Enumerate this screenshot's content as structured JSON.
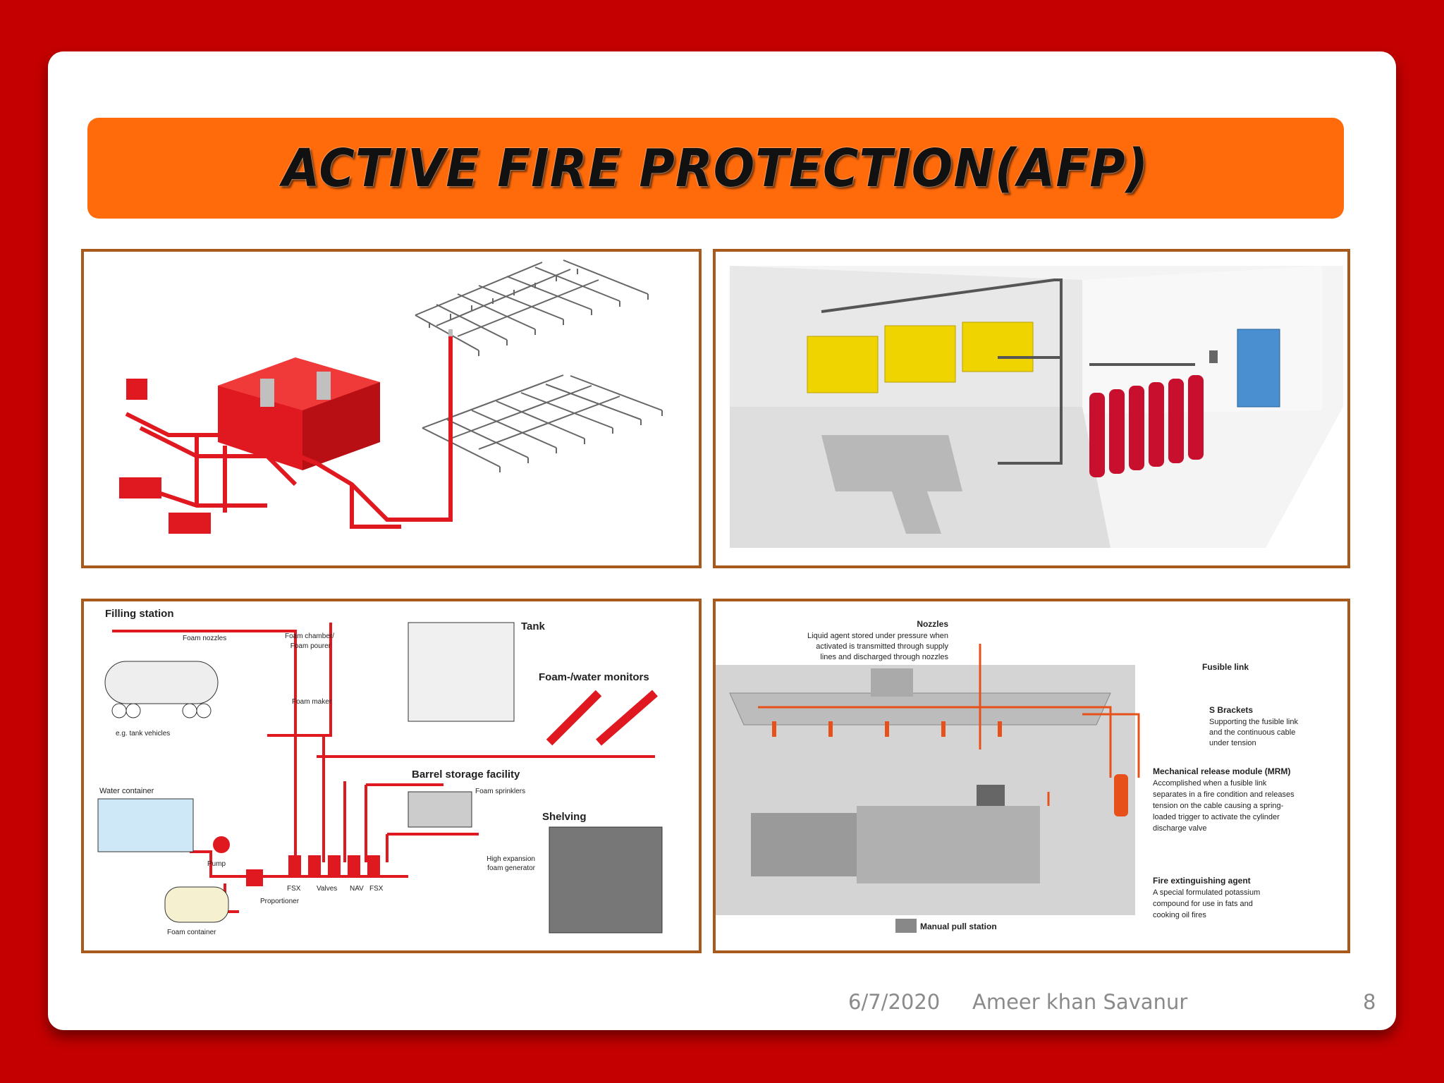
{
  "slide": {
    "title": "ACTIVE FIRE PROTECTION(AFP)",
    "footer": {
      "date": "6/7/2020",
      "author": "Ameer khan Savanur",
      "page": "8"
    }
  },
  "foam_diagram": {
    "filling_station": "Filling station",
    "foam_nozzles": "Foam nozzles",
    "tank_vehicles": "e.g. tank vehicles",
    "foam_chamber": "Foam chamber/",
    "foam_pourer": "Foam pourer",
    "tank": "Tank",
    "foam_maker": "Foam maker",
    "monitors": "Foam-/water monitors",
    "barrel_storage": "Barrel storage facility",
    "foam_sprinklers": "Foam sprinklers",
    "water_container": "Water container",
    "pump": "Pump",
    "shelving": "Shelving",
    "high_exp_1": "High expansion",
    "high_exp_2": "foam generator",
    "fsx_left": "FSX",
    "valves": "Valves",
    "nav": "NAV",
    "fsx_right": "FSX",
    "proportioner": "Proportioner",
    "foam_container": "Foam container"
  },
  "kitchen_diagram": {
    "nozzles_title": "Nozzles",
    "nozzles_desc": [
      "Liquid agent stored under pressure when",
      "activated is transmitted through supply",
      "lines and discharged through nozzles"
    ],
    "fusible_link": "Fusible link",
    "s_brackets_title": "S Brackets",
    "s_brackets_desc": [
      "Supporting the fusible link",
      "and the continuous cable",
      "under tension"
    ],
    "mrm_title": "Mechanical release module (MRM)",
    "mrm_desc": [
      "Accomplished when a fusible link",
      "separates in a fire condition and releases",
      "tension on the cable causing a spring-",
      "loaded trigger to activate the cylinder",
      "discharge valve"
    ],
    "agent_title": "Fire extinguishing agent",
    "agent_desc": [
      "A special formulated potassium",
      "compound for use in fats and",
      "cooking oil fires"
    ],
    "pull_station": "Manual pull station"
  },
  "colors": {
    "background": "#c40000",
    "title_bar": "#ff6a0a",
    "panel_border": "#a85a1c",
    "pipe_red": "#e0181f",
    "extinguisher": "#c8102e"
  }
}
